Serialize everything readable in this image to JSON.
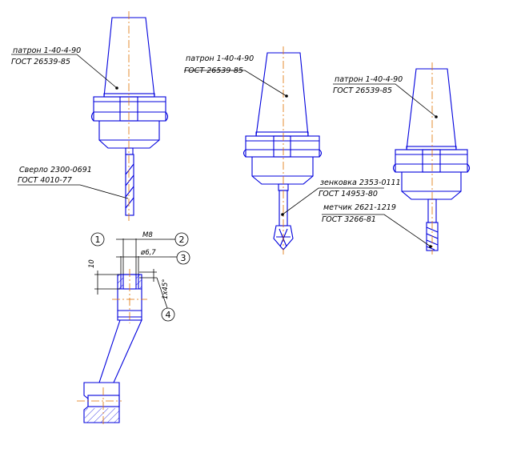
{
  "callouts": {
    "holder1_l1": "патрон 1-40-4-90",
    "holder1_l2": "ГОСТ 26539-85",
    "drill_l1": "Сверло 2300-0691",
    "drill_l2": "ГОСТ 4010-77",
    "holder2_l1": "патрон 1-40-4-90",
    "holder2_l2": "ГОСТ 26539-85",
    "holder3_l1": "патрон 1-40-4-90",
    "holder3_l2": "ГОСТ 26539-85",
    "countersink_l1": "зенковка 2353-0111",
    "countersink_l2": "ГОСТ 14953-80",
    "tap_l1": "метчик 2621-1219",
    "tap_l2": "ГОСТ 3266-81"
  },
  "dimensions": {
    "thread": "М8",
    "diameter": "ø6,7",
    "depth": "10",
    "chamfer": "1х45°"
  },
  "markers": [
    "1",
    "2",
    "3",
    "4"
  ],
  "colors": {
    "outline": "#0000dd",
    "centerline": "#e07000",
    "text": "#000000"
  }
}
